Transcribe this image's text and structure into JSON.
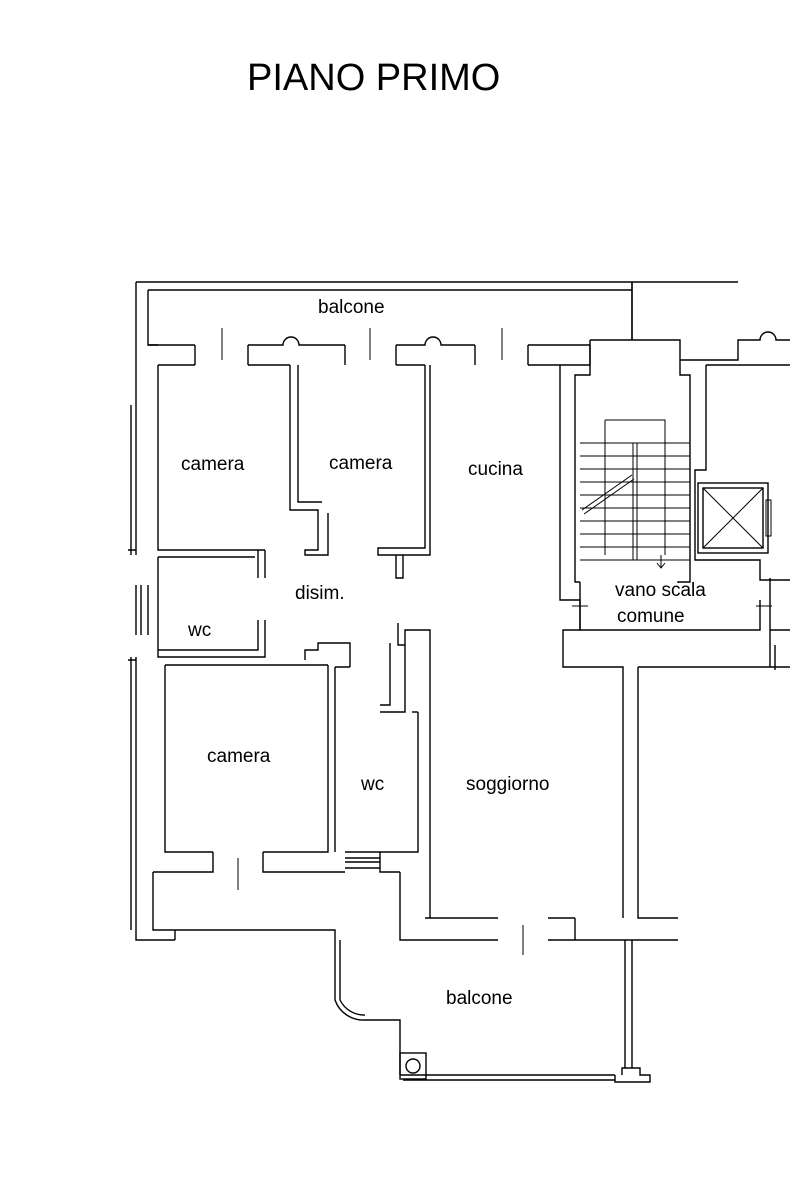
{
  "title": "PIANO PRIMO",
  "rooms": {
    "balcone_top": "balcone",
    "camera_1": "camera",
    "camera_2": "camera",
    "cucina": "cucina",
    "disimpegno": "disim.",
    "wc_1": "wc",
    "camera_3": "camera",
    "wc_2": "wc",
    "soggiorno": "soggiorno",
    "vano_scala_line1": "vano scala",
    "vano_scala_line2": "comune",
    "balcone_bottom": "balcone"
  }
}
